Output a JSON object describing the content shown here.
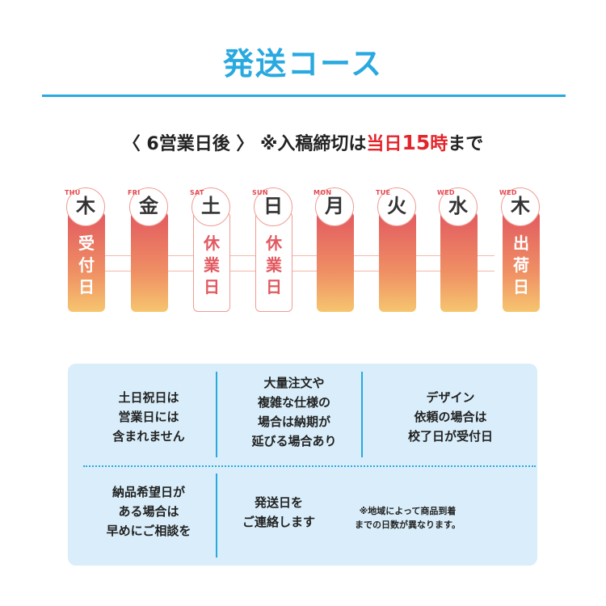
{
  "title": "発送コース",
  "colors": {
    "accent": "#29a9e0",
    "highlight": "#e3242b",
    "pill_top": "#e25960",
    "pill_bottom": "#f6c56f",
    "box_bg": "#d9eefa"
  },
  "subtitle": {
    "prefix": "〈 6営業日後 〉 ※入稿締切は",
    "deadline_day": "当日",
    "deadline_hour": "15",
    "deadline_time_suffix": "時",
    "suffix": "まで"
  },
  "timeline": {
    "days": [
      {
        "dow": "THU",
        "kanji": "木",
        "label": "受付日",
        "style": "gradient"
      },
      {
        "dow": "FRI",
        "kanji": "金",
        "label": "",
        "style": "gradient"
      },
      {
        "dow": "SAT",
        "kanji": "土",
        "label": "休業日",
        "style": "white"
      },
      {
        "dow": "SUN",
        "kanji": "日",
        "label": "休業日",
        "style": "white"
      },
      {
        "dow": "MON",
        "kanji": "月",
        "label": "",
        "style": "gradient"
      },
      {
        "dow": "TUE",
        "kanji": "火",
        "label": "",
        "style": "gradient"
      },
      {
        "dow": "WED",
        "kanji": "水",
        "label": "",
        "style": "gradient"
      },
      {
        "dow": "WED",
        "kanji": "木",
        "label": "出荷日",
        "style": "gradient"
      }
    ]
  },
  "info": {
    "cells": [
      [
        "土日祝日は",
        "営業日には",
        "含まれません"
      ],
      [
        "大量注文や",
        "複雑な仕様の",
        "場合は納期が",
        "延びる場合あり"
      ],
      [
        "デザイン",
        "依頼の場合は",
        "校了日が受付日"
      ],
      [
        "納品希望日が",
        "ある場合は",
        "早めにご相談を"
      ],
      [
        "発送日を",
        "ご連絡します"
      ]
    ],
    "note": [
      "※地域によって商品到着",
      "までの日数が異なります。"
    ]
  }
}
